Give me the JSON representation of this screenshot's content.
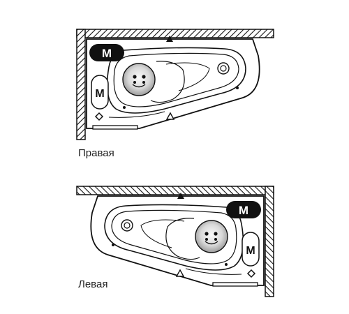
{
  "diagrams": [
    {
      "label": "Правая",
      "motor_badge": "M",
      "motor_side": "M"
    },
    {
      "label": "Левая",
      "motor_badge": "M",
      "motor_side": "M"
    }
  ]
}
